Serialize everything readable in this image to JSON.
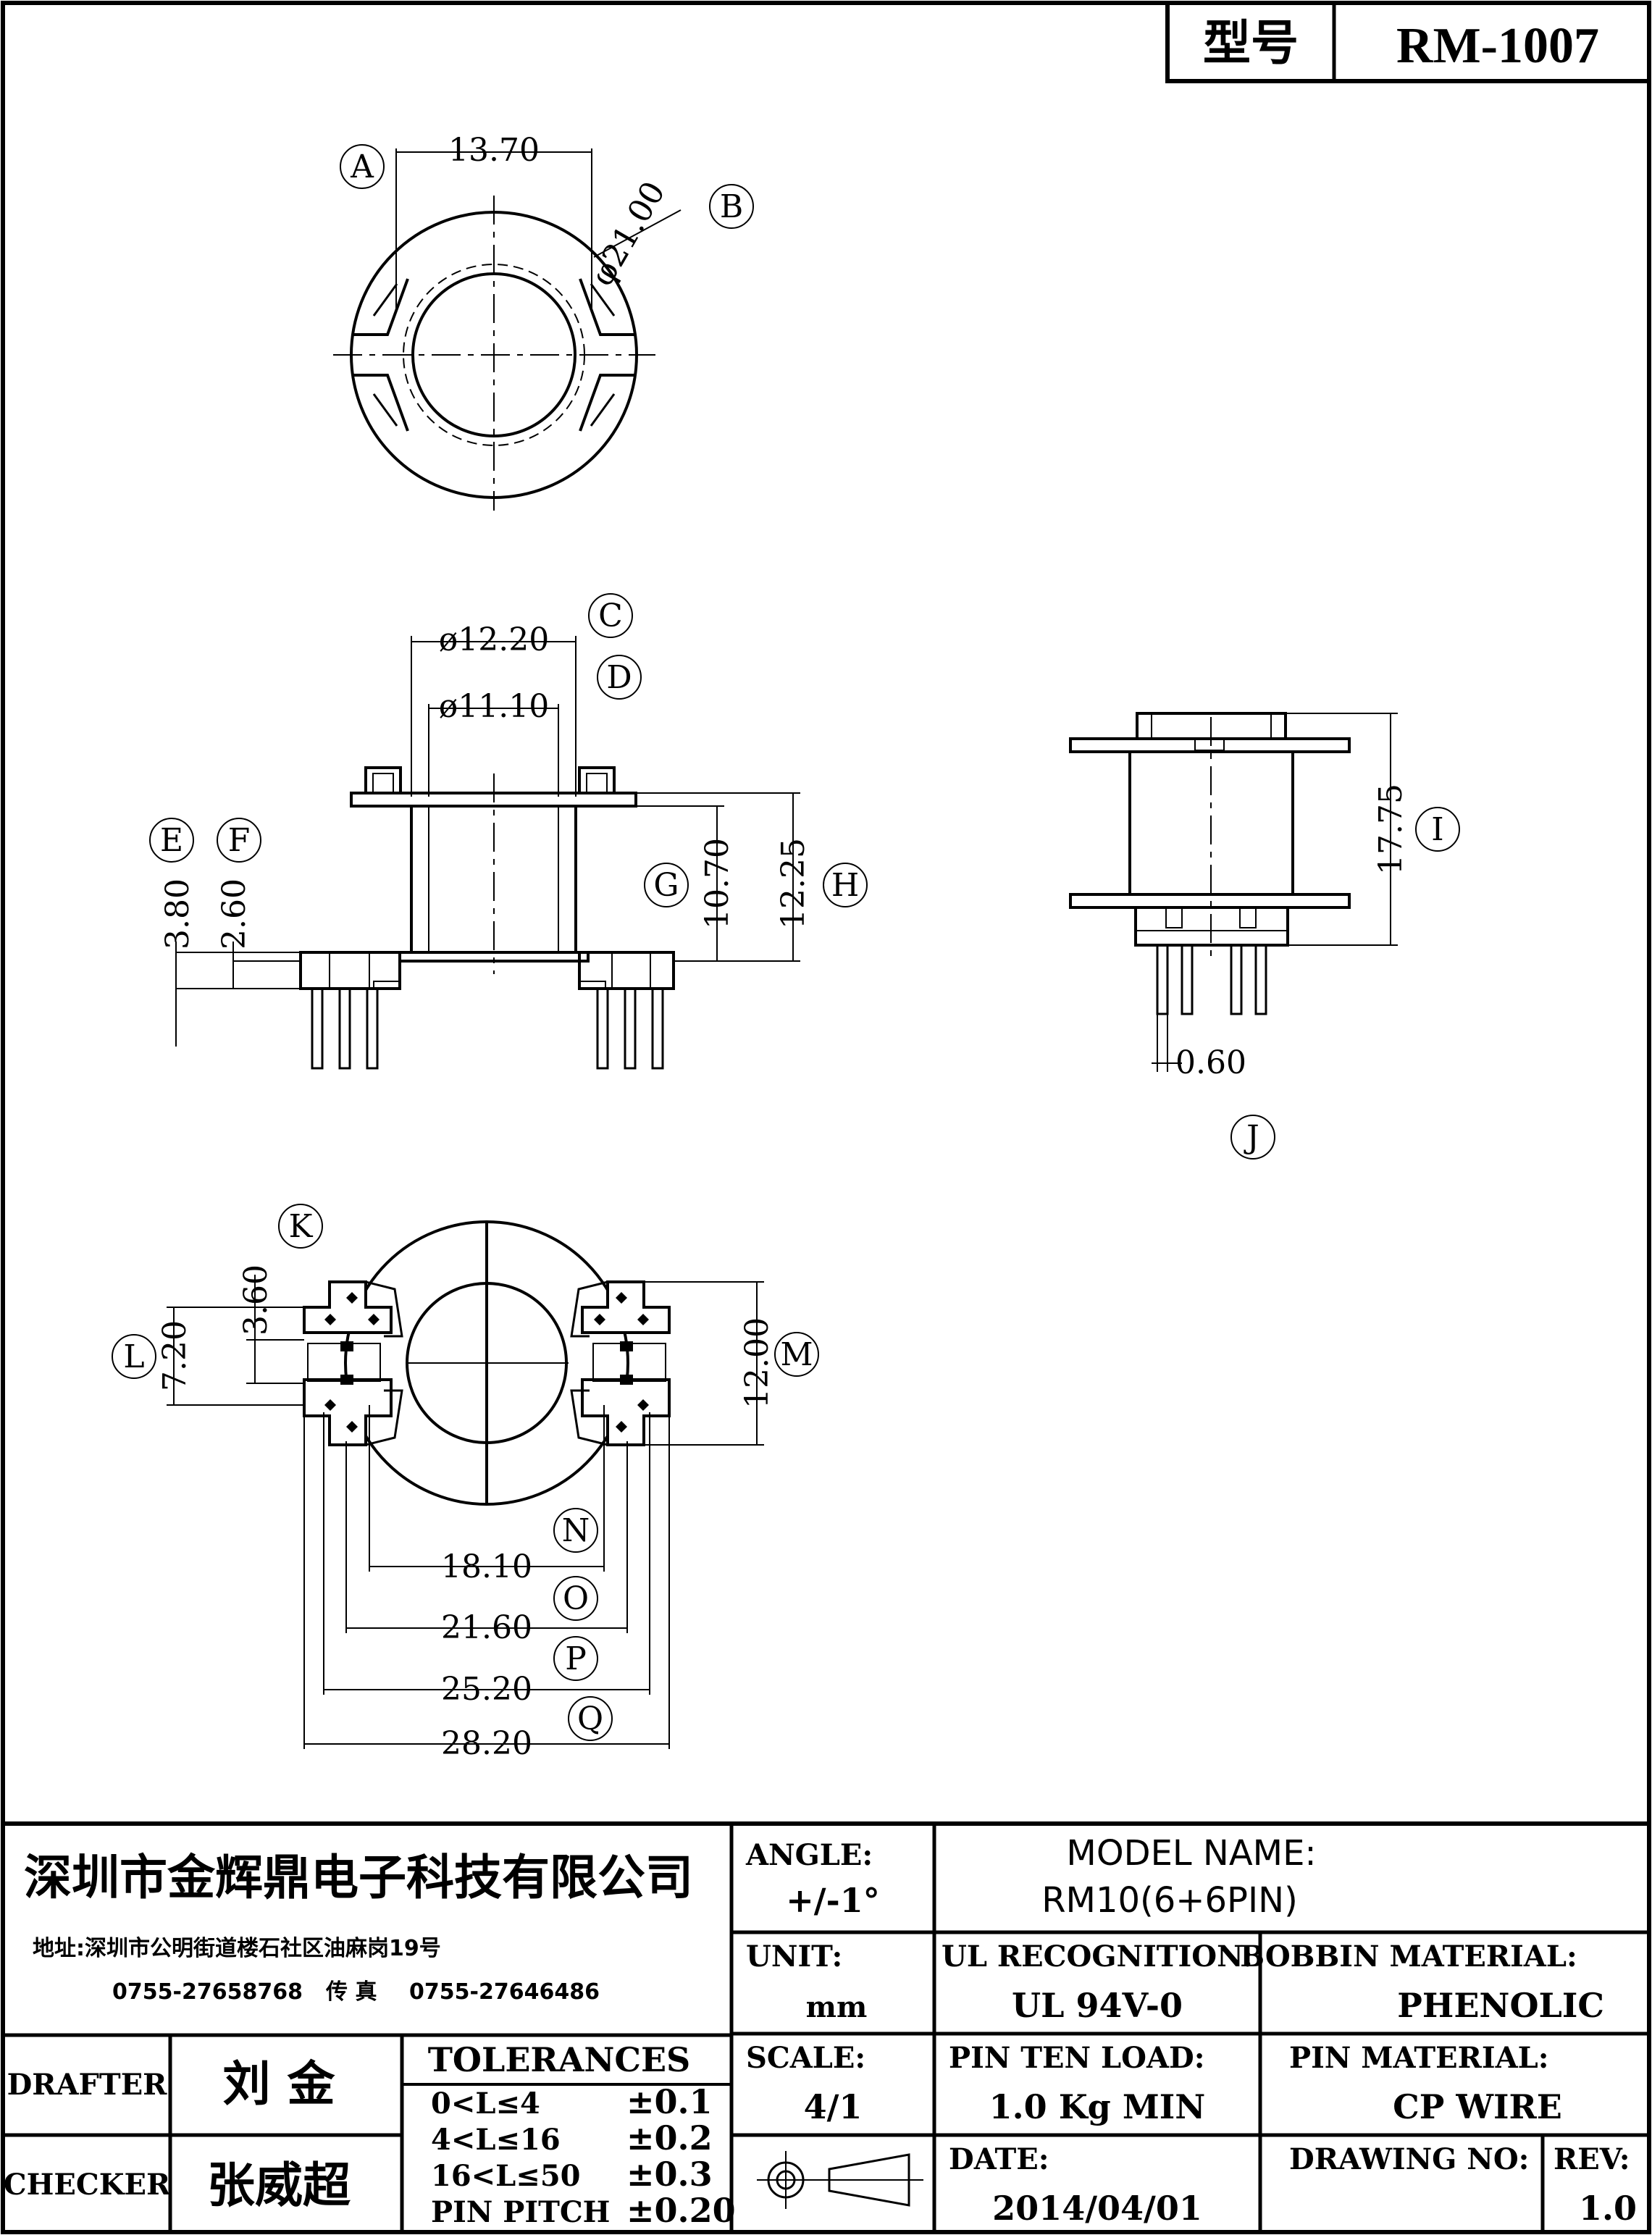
{
  "header": {
    "model_label": "型号",
    "model_code": "RM-1007"
  },
  "balloons": [
    "A",
    "B",
    "C",
    "D",
    "E",
    "F",
    "G",
    "H",
    "I",
    "J",
    "K",
    "L",
    "M",
    "N",
    "O",
    "P",
    "Q"
  ],
  "dims": {
    "top_width": "13.70",
    "top_dia": "φ21.00",
    "dia_outer": "ø12.20",
    "dia_inner": "ø11.10",
    "h_e": "3.80",
    "h_f": "2.60",
    "h_g": "10.70",
    "h_h": "12.25",
    "h_i": "17.75",
    "pin_dia": "0.60",
    "k_val": "3.60",
    "l_val": "7.20",
    "m_val": "12.00",
    "n_val": "18.10",
    "o_val": "21.60",
    "p_val": "25.20",
    "q_val": "28.20"
  },
  "title_block": {
    "company": "深圳市金辉鼎电子科技有限公司",
    "address": "地址:深圳市公明街道楼石社区油麻岗19号",
    "phone": "0755-27658768",
    "fax_label": "传 真",
    "fax": "0755-27646486",
    "angle_label": "ANGLE:",
    "angle_value": "+/-1°",
    "model_name_label": "MODEL NAME:",
    "model_name_value": "RM10(6+6PIN)",
    "unit_label": "UNIT:",
    "unit_value": "mm",
    "ul_label": "UL RECOGNITION:",
    "ul_value": "UL 94V-0",
    "bobbin_label": "BOBBIN MATERIAL:",
    "bobbin_value": "PHENOLIC",
    "drafter_label": "DRAFTER",
    "drafter_value": "刘 金",
    "checker_label": "CHECKER",
    "checker_value": "张威超",
    "tolerances_label": "TOLERANCES",
    "tolerances": [
      {
        "range": "0<L≤4",
        "value": "±0.1"
      },
      {
        "range": "4<L≤16",
        "value": "±0.2"
      },
      {
        "range": "16<L≤50",
        "value": "±0.3"
      },
      {
        "range": "PIN PITCH",
        "value": "±0.20"
      }
    ],
    "scale_label": "SCALE:",
    "scale_value": "4/1",
    "pin_load_label": "PIN TEN LOAD:",
    "pin_load_value": "1.0 Kg MIN",
    "pin_material_label": "PIN MATERIAL:",
    "pin_material_value": "CP WIRE",
    "date_label": "DATE:",
    "date_value": "2014/04/01",
    "drawing_no_label": "DRAWING NO:",
    "drawing_no_value": "",
    "rev_label": "REV:",
    "rev_value": "1.0"
  }
}
